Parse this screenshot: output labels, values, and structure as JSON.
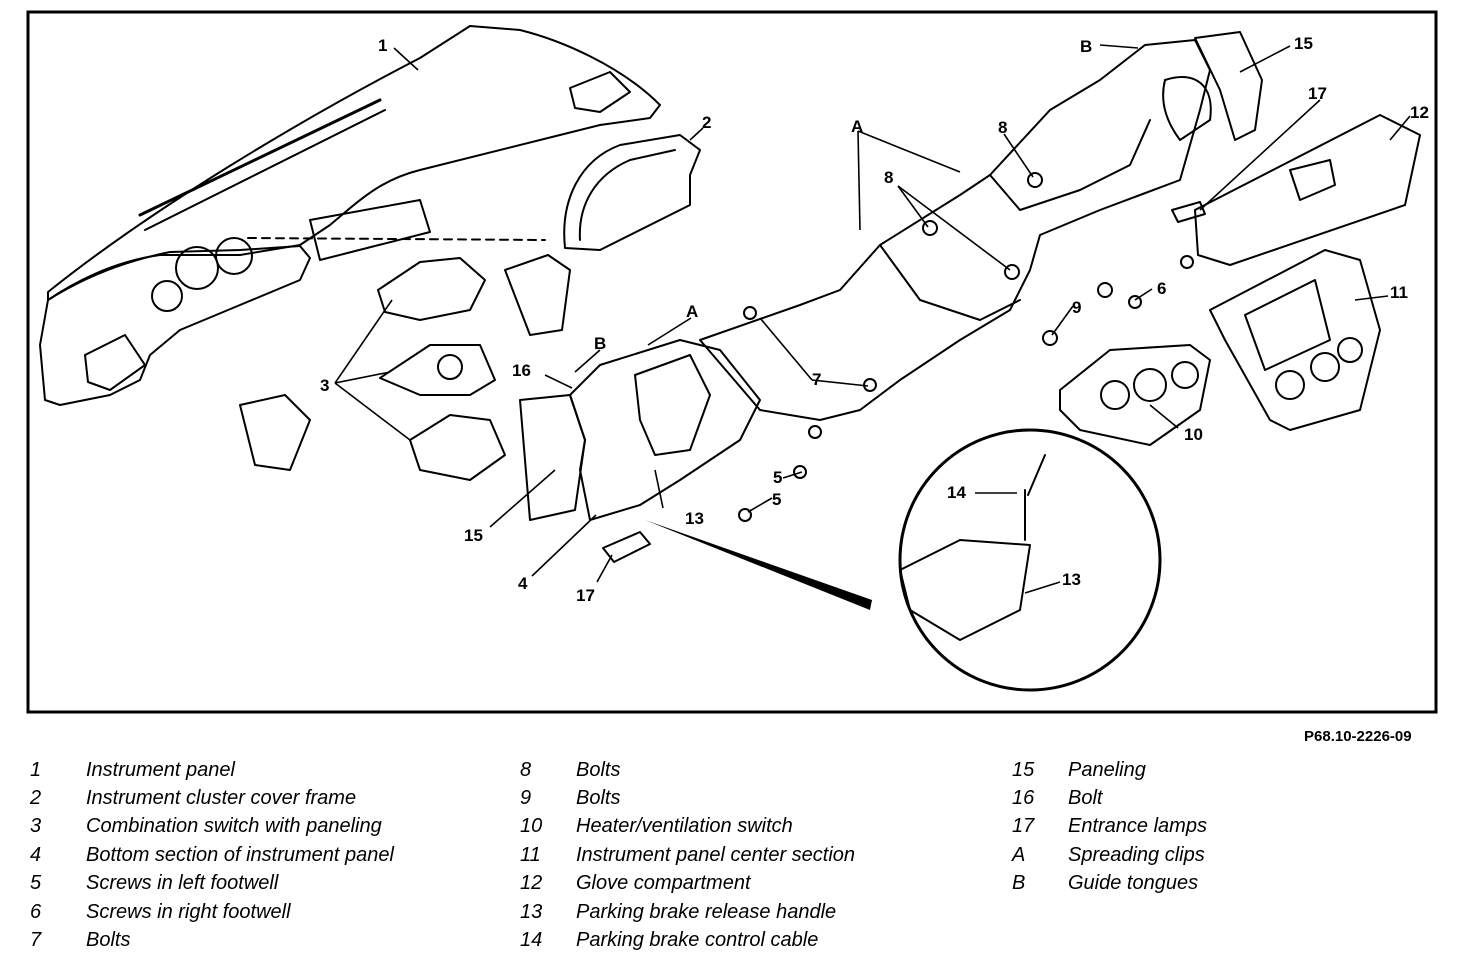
{
  "figure_code": "P68.10-2226-09",
  "callouts": {
    "c1": "1",
    "c2": "2",
    "c3": "3",
    "c4": "4",
    "c5a": "5",
    "c5b": "5",
    "c6": "6",
    "c7": "7",
    "c8a": "8",
    "c8b": "8",
    "c9": "9",
    "c10": "10",
    "c11": "11",
    "c12": "12",
    "c13": "13",
    "c13d": "13",
    "c14": "14",
    "c15a": "15",
    "c15b": "15",
    "c16": "16",
    "c17a": "17",
    "c17b": "17",
    "cAa": "A",
    "cAb": "A",
    "cBa": "B",
    "cBb": "B"
  },
  "legend": [
    [
      {
        "key": "1",
        "label": "Instrument panel"
      },
      {
        "key": "2",
        "label": "Instrument cluster cover frame"
      },
      {
        "key": "3",
        "label": "Combination switch with paneling"
      },
      {
        "key": "4",
        "label": "Bottom section of instrument panel"
      },
      {
        "key": "5",
        "label": "Screws in left footwell"
      },
      {
        "key": "6",
        "label": "Screws in right footwell"
      },
      {
        "key": "7",
        "label": "Bolts"
      }
    ],
    [
      {
        "key": "8",
        "label": "Bolts"
      },
      {
        "key": "9",
        "label": "Bolts"
      },
      {
        "key": "10",
        "label": "Heater/ventilation switch"
      },
      {
        "key": "11",
        "label": "Instrument panel center section"
      },
      {
        "key": "12",
        "label": "Glove compartment"
      },
      {
        "key": "13",
        "label": "Parking brake release handle"
      },
      {
        "key": "14",
        "label": "Parking brake control cable"
      }
    ],
    [
      {
        "key": "15",
        "label": "Paneling"
      },
      {
        "key": "16",
        "label": "Bolt"
      },
      {
        "key": "17",
        "label": "Entrance lamps"
      },
      {
        "key": "A",
        "label": "Spreading clips"
      },
      {
        "key": "B",
        "label": "Guide tongues"
      }
    ]
  ]
}
